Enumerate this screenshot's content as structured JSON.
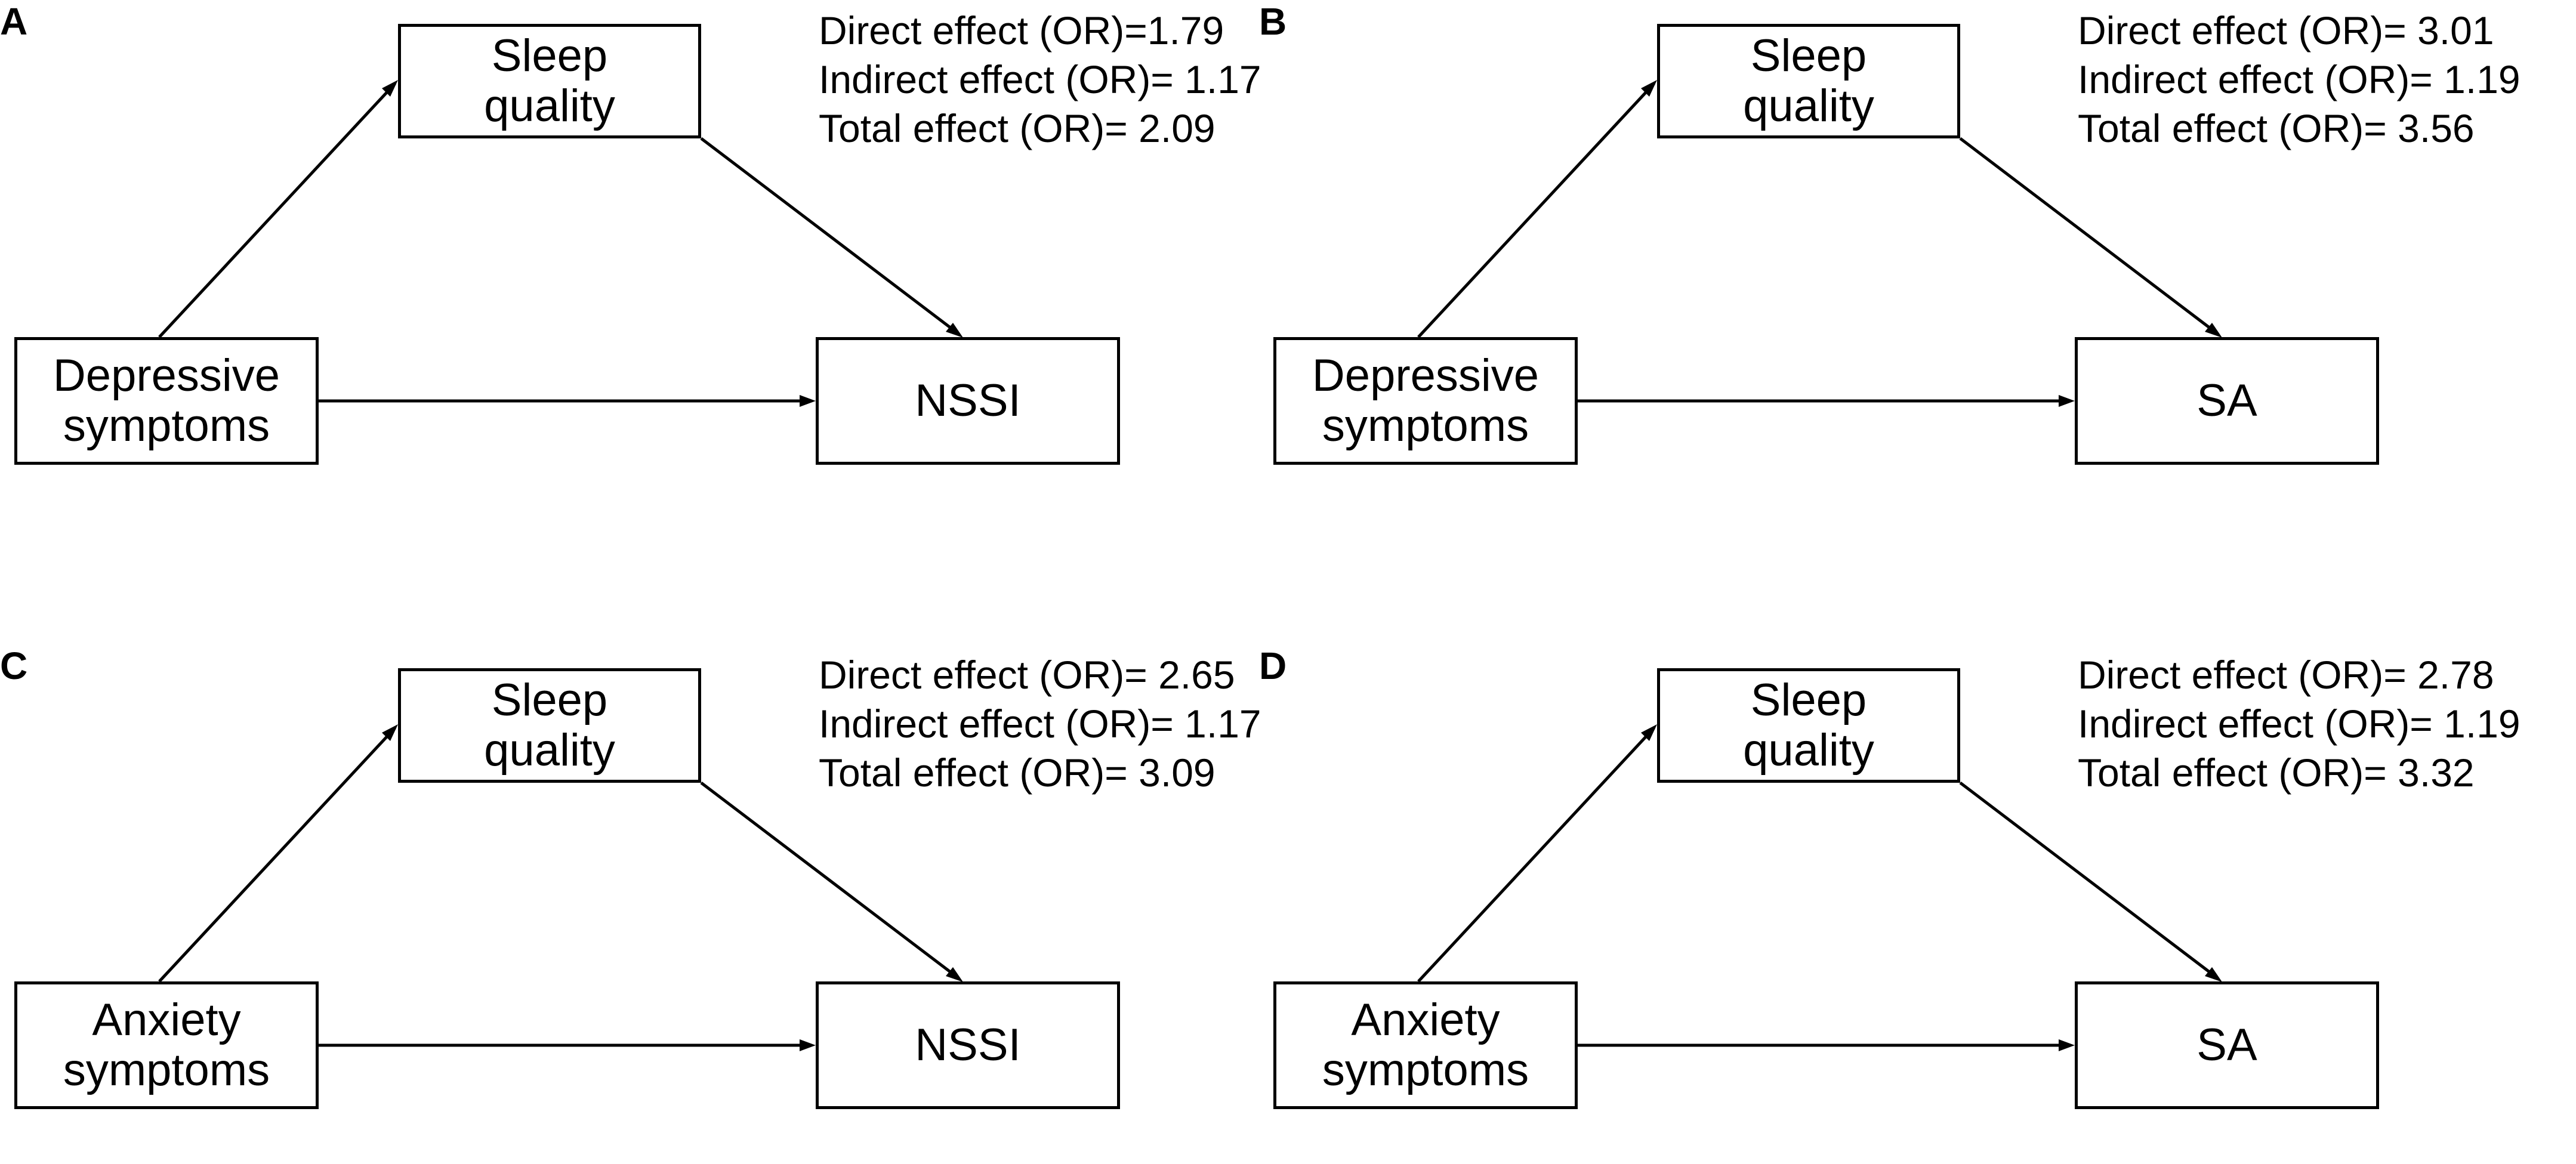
{
  "figure": {
    "panels": [
      {
        "label": "A",
        "mediator": "Sleep\nquality",
        "predictor": "Depressive\nsymptoms",
        "outcome": "NSSI",
        "effects": {
          "direct": "Direct effect (OR)=1.79",
          "indirect": "Indirect effect (OR)= 1.17",
          "total": "Total effect (OR)= 2.09"
        }
      },
      {
        "label": "B",
        "mediator": "Sleep\nquality",
        "predictor": "Depressive\nsymptoms",
        "outcome": "SA",
        "effects": {
          "direct": "Direct effect (OR)= 3.01",
          "indirect": "Indirect effect (OR)= 1.19",
          "total": "Total effect (OR)= 3.56"
        }
      },
      {
        "label": "C",
        "mediator": "Sleep\nquality",
        "predictor": "Anxiety\nsymptoms",
        "outcome": "NSSI",
        "effects": {
          "direct": "Direct effect (OR)= 2.65",
          "indirect": "Indirect effect (OR)= 1.17",
          "total": "Total effect (OR)= 3.09"
        }
      },
      {
        "label": "D",
        "mediator": "Sleep\nquality",
        "predictor": "Anxiety\nsymptoms",
        "outcome": "SA",
        "effects": {
          "direct": "Direct effect (OR)= 2.78",
          "indirect": "Indirect effect (OR)= 1.19",
          "total": "Total effect (OR)= 3.32"
        }
      }
    ]
  }
}
